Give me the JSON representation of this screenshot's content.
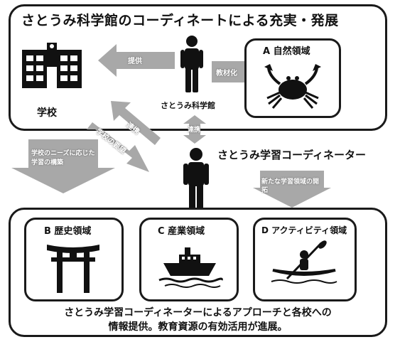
{
  "top_title": "さとうみ科学館のコーディネートによる充実・発展",
  "school_label": "学校",
  "museum_label": "さとうみ科学館",
  "coordinator_label": "さとうみ学習コーディネーター",
  "arrow_labels": {
    "museum_to_school": "提供",
    "museum_to_nature": "教材化",
    "diag_upper": "連携",
    "diag_lower": "学校の要望",
    "vertical": "連携",
    "left_down": "学校のニーズに応じた学習の構築",
    "right_down": "新たな学習領域の開拓"
  },
  "domains": {
    "a": "A 自然領域",
    "b": "B 歴史領域",
    "c": "C 産業領域",
    "d": "D アクティビティ領域"
  },
  "caption_line1": "さとうみ学習コーディネーターによるアプローチと各校への",
  "caption_line2": "情報提供。教育資源の有効活用が進展。"
}
